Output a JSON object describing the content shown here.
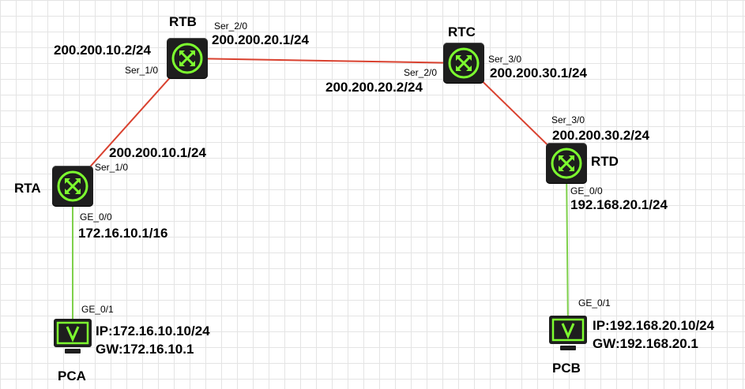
{
  "colors": {
    "serial_link": "#d9412f",
    "ethernet_link": "#7ed04b",
    "device_accent": "#7dff2f",
    "device_body": "#1e1e1e"
  },
  "routers": {
    "rta": {
      "name": "RTA",
      "icon": "router-icon"
    },
    "rtb": {
      "name": "RTB",
      "icon": "router-icon"
    },
    "rtc": {
      "name": "RTC",
      "icon": "router-icon"
    },
    "rtd": {
      "name": "RTD",
      "icon": "router-icon"
    }
  },
  "hosts": {
    "pca": {
      "name": "PCA",
      "icon": "pc-icon",
      "ip": "IP:172.16.10.10/24",
      "gw": "GW:172.16.10.1"
    },
    "pcb": {
      "name": "PCB",
      "icon": "pc-icon",
      "ip": "IP:192.168.20.10/24",
      "gw": "GW:192.168.20.1"
    }
  },
  "interfaces": {
    "rta_ser": {
      "port": "Ser_1/0",
      "addr": "200.200.10.1/24"
    },
    "rta_ge": {
      "port": "GE_0/0",
      "addr": "172.16.10.1/16"
    },
    "rtb_ser1": {
      "port": "Ser_1/0",
      "addr": "200.200.10.2/24"
    },
    "rtb_ser2": {
      "port": "Ser_2/0",
      "addr": "200.200.20.1/24"
    },
    "rtc_ser2": {
      "port": "Ser_2/0",
      "addr": "200.200.20.2/24"
    },
    "rtc_ser3": {
      "port": "Ser_3/0",
      "addr": "200.200.30.1/24"
    },
    "rtd_ser3": {
      "port": "Ser_3/0",
      "addr": "200.200.30.2/24"
    },
    "rtd_ge": {
      "port": "GE_0/0",
      "addr": "192.168.20.1/24"
    },
    "pca_ge": {
      "port": "GE_0/1"
    },
    "pcb_ge": {
      "port": "GE_0/1"
    }
  }
}
